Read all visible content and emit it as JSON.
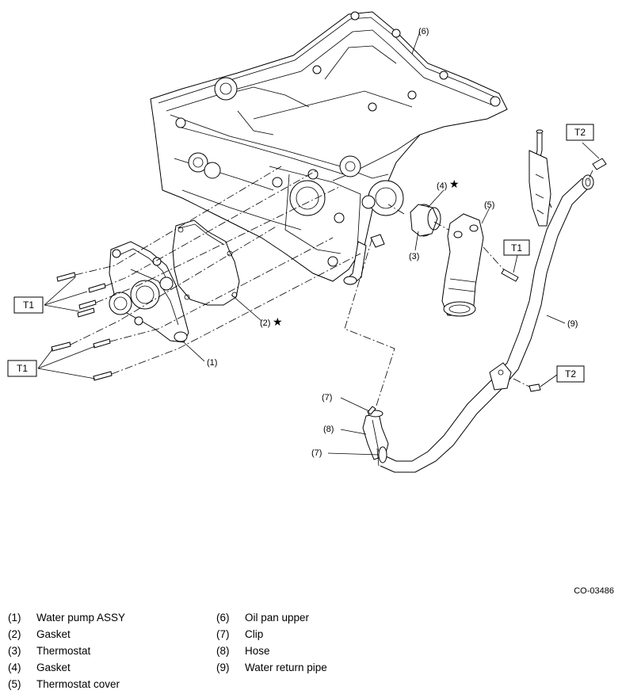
{
  "figure_code": "CO-03486",
  "callouts": {
    "p1": "(1)",
    "p2": "(2)",
    "p3": "(3)",
    "p4": "(4)",
    "p5": "(5)",
    "p6": "(6)",
    "p7a": "(7)",
    "p7b": "(7)",
    "p8": "(8)",
    "p9": "(9)",
    "star": "★"
  },
  "torque_labels": {
    "t1_left_upper": "T1",
    "t1_left_lower": "T1",
    "t1_right": "T1",
    "t2_top": "T2",
    "t2_right": "T2"
  },
  "legend": [
    {
      "num": "(1)",
      "name": "Water pump ASSY"
    },
    {
      "num": "(2)",
      "name": "Gasket"
    },
    {
      "num": "(3)",
      "name": "Thermostat"
    },
    {
      "num": "(4)",
      "name": "Gasket"
    },
    {
      "num": "(5)",
      "name": "Thermostat cover"
    },
    {
      "num": "(6)",
      "name": "Oil pan upper"
    },
    {
      "num": "(7)",
      "name": "Clip"
    },
    {
      "num": "(8)",
      "name": "Hose"
    },
    {
      "num": "(9)",
      "name": "Water return pipe"
    }
  ]
}
